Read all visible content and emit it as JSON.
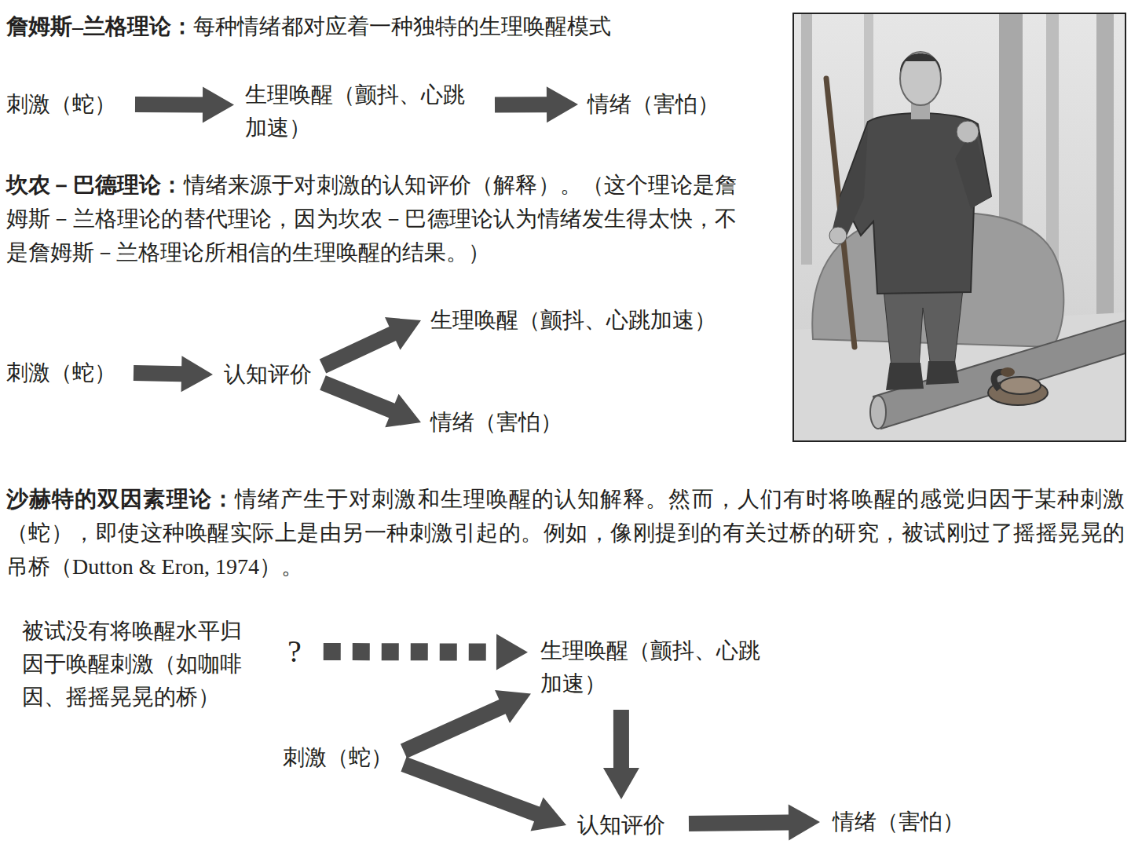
{
  "diagram": {
    "nodes": [
      {
        "text": [
          "刺激（蛇）"
        ]
      },
      {
        "text": [
          "生理唤醒（颤抖、心跳加速）"
        ]
      },
      {
        "text": [
          "情绪（害怕）"
        ]
      },
      {
        "text": [
          "刺激（蛇）"
        ]
      },
      {
        "text": [
          "认知评价"
        ]
      },
      {
        "text": [
          "生理唤醒（颤抖、心跳加速）"
        ]
      },
      {
        "text": [
          "情绪（害怕）"
        ]
      },
      {
        "text": [
          "被试没有将唤醒水平归因于唤醒刺激（如咖啡因、摇摇晃晃的桥）"
        ]
      },
      {
        "text": [
          "?"
        ]
      },
      {
        "text": [
          "生理唤醒（颤抖、心跳加速）"
        ]
      },
      {
        "text": [
          "刺激（蛇）"
        ]
      },
      {
        "text": [
          "认知评价"
        ]
      },
      {
        "text": [
          "情绪（害怕）"
        ]
      }
    ],
    "edges": [
      {
        "from": 0,
        "to": 1,
        "arrow": "to"
      },
      {
        "from": 1,
        "to": 2,
        "arrow": "to"
      },
      {
        "from": 3,
        "to": 4,
        "arrow": "to"
      },
      {
        "from": 4,
        "to": 5,
        "arrow": "to"
      },
      {
        "from": 4,
        "to": 6,
        "arrow": "to"
      },
      {
        "from": 8,
        "to": 9,
        "arrow": "to"
      },
      {
        "from": 10,
        "to": 9,
        "arrow": "to"
      },
      {
        "from": 10,
        "to": 11,
        "arrow": "to"
      },
      {
        "from": 9,
        "to": 11,
        "arrow": "to"
      },
      {
        "from": 11,
        "to": 12,
        "arrow": "to"
      }
    ],
    "labels": [
      "詹姆斯–兰格理论：",
      "每种情绪都对应着一种独特的生理唤醒模式",
      "坎农－巴德理论：",
      "情绪来源于对刺激的认知评价（解释）。（这个理论是詹姆斯－兰格理论的替代理论，因为坎农－巴德理论认为情绪发生得太快，不是詹姆斯－兰格理论所相信的生理唤醒的结果。）",
      "沙赫特的双因素理论：",
      "情绪产生于对刺激和生理唤醒的认知解释。然而，人们有时将唤醒的感觉归因于某种刺激（蛇），即使这种唤醒实际上是由另一种刺激引起的。例如，像刚提到的有关过桥的研究，被试刚过了摇摇晃晃的吊桥（Dutton & Eron, 1974）。"
    ]
  }
}
